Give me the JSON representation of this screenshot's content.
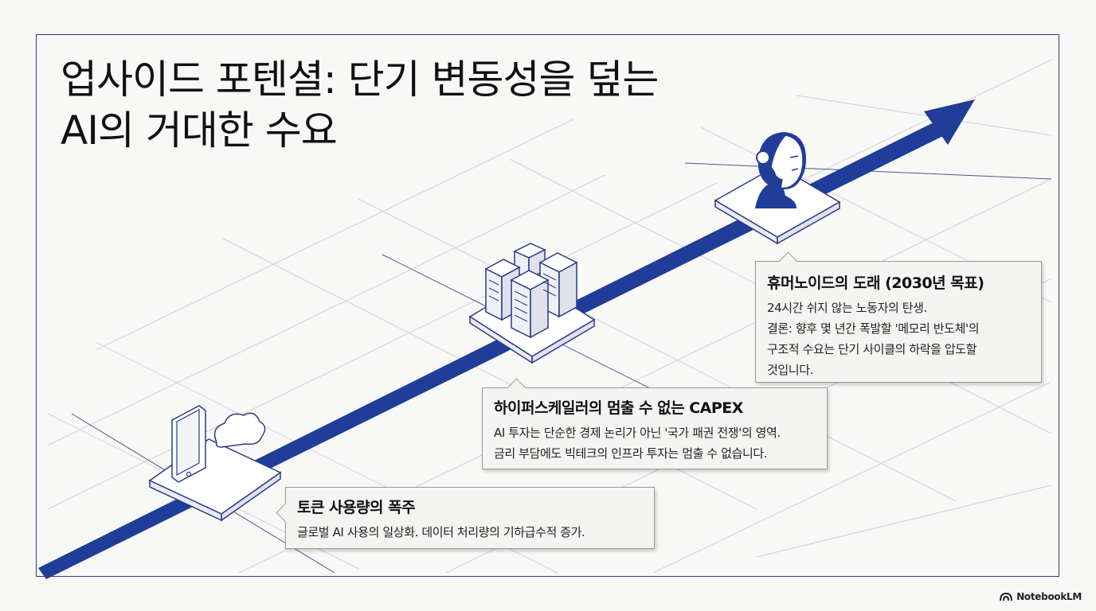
{
  "title": {
    "line1": "업사이드 포텐셜: 단기 변동성을 덮는",
    "line2": "AI의 거대한 수요"
  },
  "callouts": {
    "humanoid": {
      "heading": "휴머노이드의 도래 (2030년 목표)",
      "lines": [
        "24시간 쉬지 않는 노동자의 탄생.",
        "결론: 향후 몇 년간 폭발할 '메모리 반도체'의",
        "구조적 수요는 단기 사이클의 하락을 압도할",
        "것입니다."
      ]
    },
    "hyperscaler": {
      "heading": "하이퍼스케일러의 멈출 수 없는 CAPEX",
      "lines": [
        "AI 투자는 단순한 경제 논리가 아닌 '국가 패권 전쟁'의 영역.",
        "금리 부담에도 빅테크의 인프라 투자는 멈출 수 없습니다."
      ]
    },
    "token": {
      "heading": "토큰 사용량의 폭주",
      "lines": [
        "글로벌 AI 사용의 일상화. 데이터 처리량의 기하급수적 증가."
      ]
    }
  },
  "icons": {
    "phone": "smartphone-icon",
    "cloud": "cloud-icon",
    "servers": "server-rack-icon",
    "humanoid": "humanoid-head-icon",
    "arrow": "growth-arrow"
  },
  "colors": {
    "accent": "#1f3d99",
    "outline": "#2b3a86",
    "grid": "#cdd0d8"
  },
  "brand": {
    "label": "NotebookLM"
  }
}
